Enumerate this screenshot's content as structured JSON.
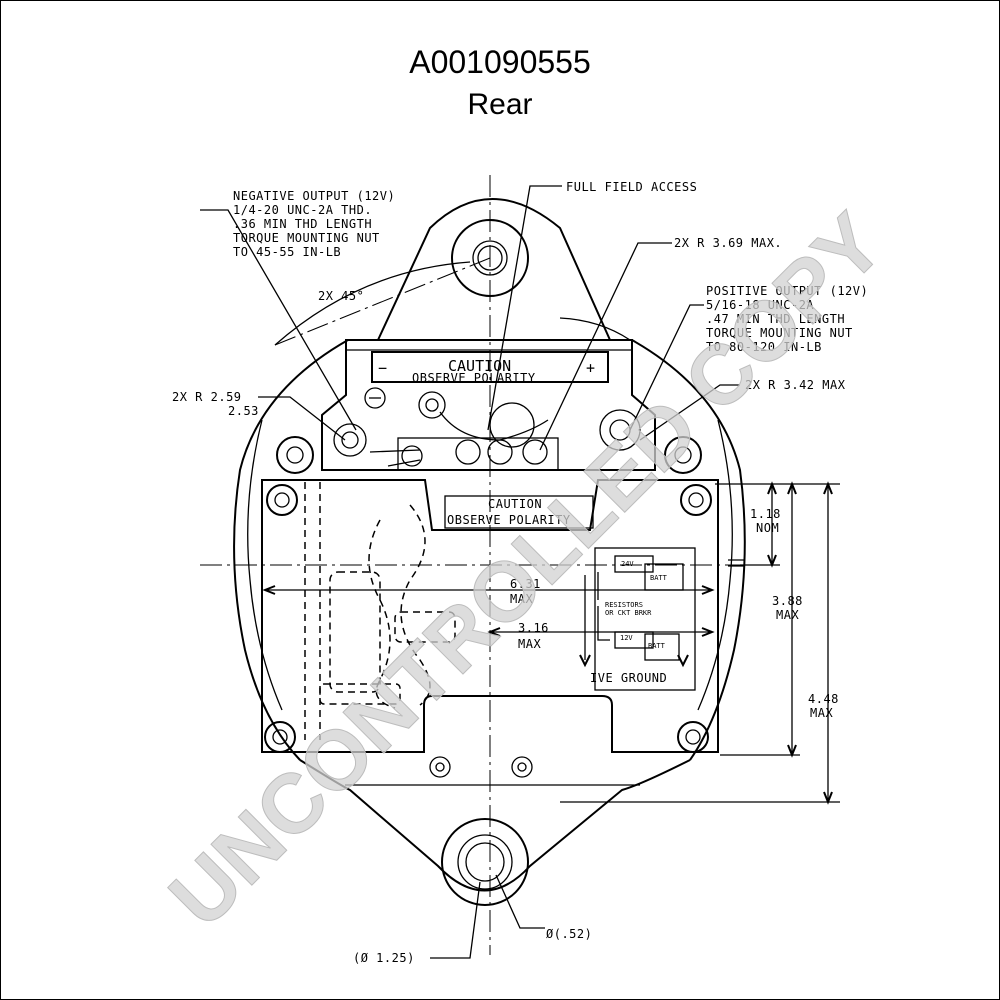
{
  "header": {
    "part_number": "A001090555",
    "view": "Rear"
  },
  "callouts": {
    "negative_output": [
      "NEGATIVE OUTPUT (12V)",
      "1/4-20 UNC-2A THD.",
      ".36 MIN THD LENGTH",
      "TORQUE MOUNTING NUT",
      "TO 45-55 IN-LB"
    ],
    "full_field_access": "FULL FIELD ACCESS",
    "radius_369": "2X R 3.69 MAX.",
    "positive_output": [
      "POSITIVE OUTPUT (12V)",
      "5/16-18 UNC-2A",
      ".47 MIN THD LENGTH",
      "TORQUE MOUNTING NUT",
      "TO 80-120 IN-LB"
    ],
    "radius_342": "2X R 3.42 MAX",
    "angle_45": "2X 45°",
    "radius_259": "2X R 2.59",
    "radius_253": "2.53",
    "dia_052": "Ø(.52)",
    "dia_125": "(Ø 1.25)"
  },
  "dimensions": {
    "nom_118": "1.18",
    "nom_118_label": "NOM",
    "max_388": "3.88",
    "max_388_label": "MAX",
    "max_448": "4.48",
    "max_448_label": "MAX",
    "width_631": "6.31",
    "width_631_label": "MAX",
    "width_316": "3.16",
    "width_316_label": "MAX"
  },
  "caution_plate": {
    "line1": "CAUTION",
    "line2": "OBSERVE POLARITY",
    "minus": "−",
    "plus": "+"
  },
  "caution_plate_lower": {
    "line1": "CAUTION",
    "line2": "OBSERVE POLARITY"
  },
  "schematic": {
    "v24": "24V",
    "batt_top": "BATT",
    "resistors_line1": "RESISTORS",
    "resistors_line2": "OR CKT BRKR",
    "v12": "12V",
    "batt_bottom": "BATT",
    "ground": "IVE GROUND"
  },
  "watermark": "UNCONTROLLED COPY",
  "colors": {
    "line": "#000000",
    "watermark": "#d2d2d2",
    "background": "#ffffff"
  }
}
